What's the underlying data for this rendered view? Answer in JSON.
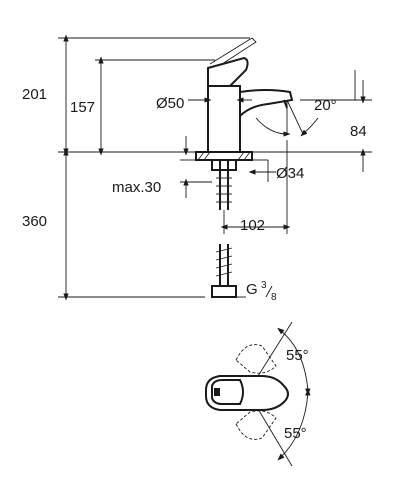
{
  "dimensions": {
    "total_height": "201",
    "spout_height": "157",
    "body_diameter": "Ø50",
    "lever_angle": "20°",
    "spout_clearance": "84",
    "mount_thickness": "max.30",
    "base_diameter": "Ø34",
    "hose_length": "360",
    "spout_reach": "102",
    "connection_thread_prefix": "G",
    "connection_thread_num": "3",
    "connection_thread_den": "8",
    "rotation_angle_top": "55°",
    "rotation_angle_bottom": "55°"
  }
}
